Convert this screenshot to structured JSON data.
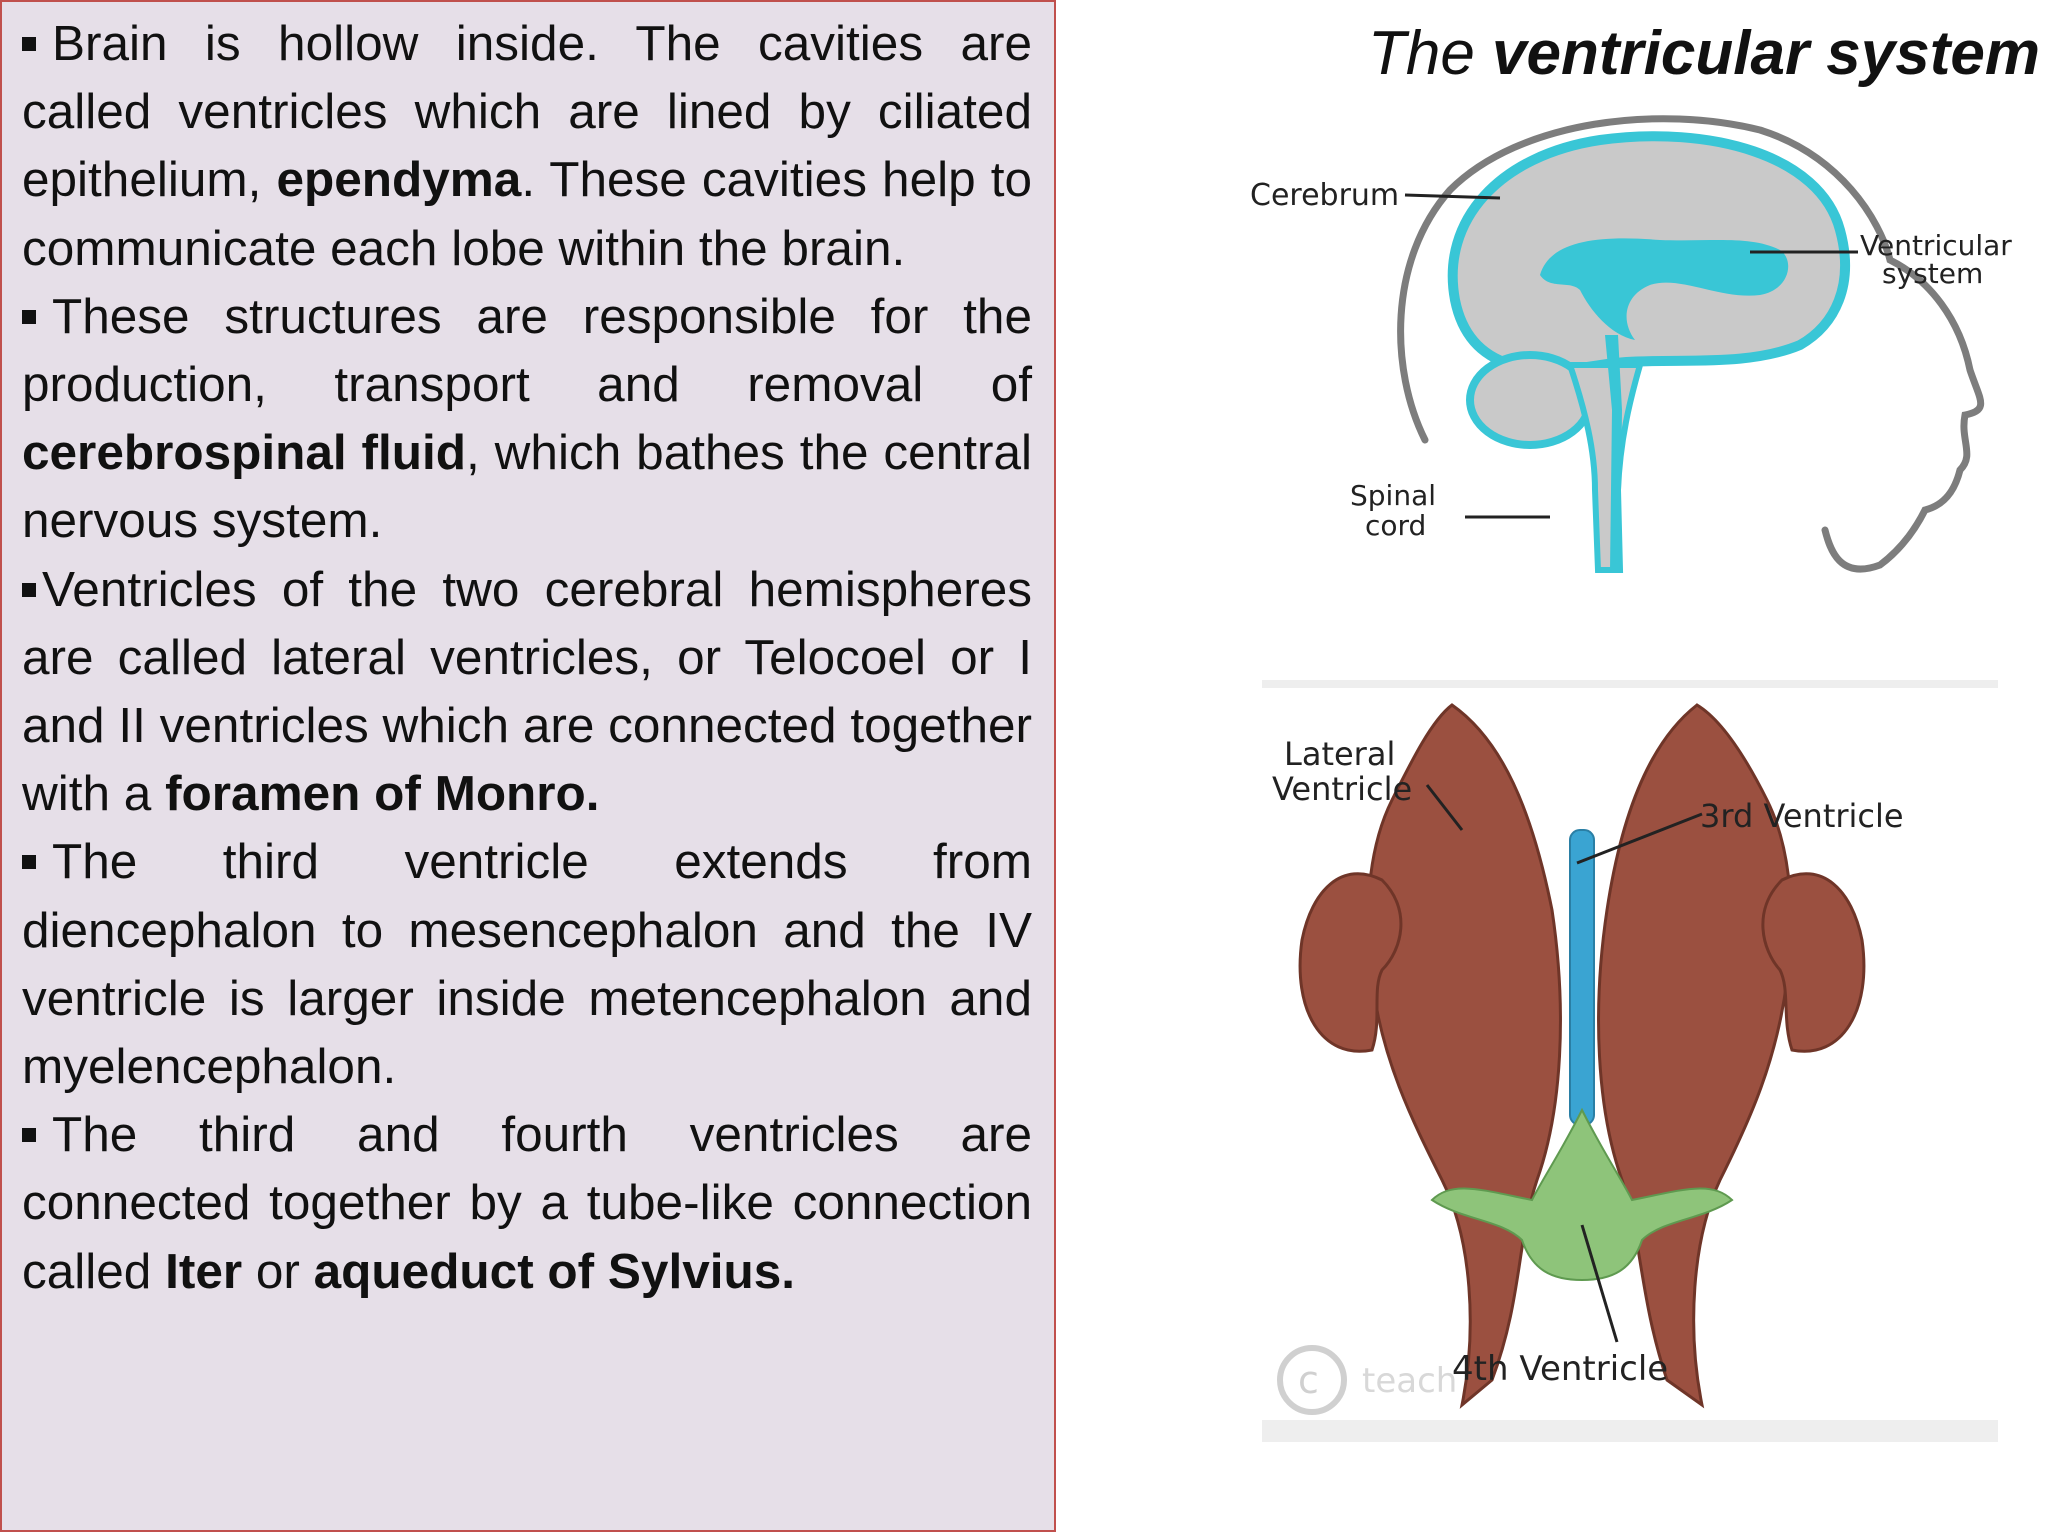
{
  "slide_title": {
    "prefix": "The ",
    "bold": "ventricular system"
  },
  "paragraphs": [
    {
      "runs": [
        {
          "t": "Brain is hollow inside. The cavities are called ventricles which are lined by ciliated epithelium, "
        },
        {
          "t": "ependyma",
          "b": true
        },
        {
          "t": ". These cavities help to communicate  each lobe within the brain."
        }
      ]
    },
    {
      "runs": [
        {
          "t": "These structures are responsible for the production, transport and removal of "
        },
        {
          "t": "cerebrospinal fluid",
          "b": true
        },
        {
          "t": ", which bathes the central nervous system."
        }
      ]
    },
    {
      "tight": true,
      "runs": [
        {
          "t": "Ventricles of the two cerebral hemispheres are called lateral ventricles, or Telocoel or I and II ventricles which are connected together with a "
        },
        {
          "t": "foramen of Monro.",
          "b": true
        }
      ]
    },
    {
      "runs": [
        {
          "t": "The third ventricle extends from diencephalon to mesencephalon and the IV ventricle is larger inside metencephalon and myelencephalon."
        }
      ]
    },
    {
      "runs": [
        {
          "t": "The third and fourth ventricles are connected together by a tube-like connection called "
        },
        {
          "t": "Iter",
          "b": true
        },
        {
          "t": " or "
        },
        {
          "t": "aqueduct of Sylvius.",
          "b": true
        }
      ]
    }
  ],
  "head_diagram": {
    "labels": {
      "cerebrum": "Cerebrum",
      "ventricular_1": "Ventricular",
      "ventricular_2": "system",
      "spinal_1": "Spinal",
      "spinal_2": "cord"
    }
  },
  "ventricle_diagram": {
    "labels": {
      "lateral_1": "Lateral",
      "lateral_2": "Ventricle",
      "third": "3rd Ventricle",
      "fourth": "4th Ventricle",
      "watermark": "teach"
    }
  },
  "colors": {
    "text_box_bg": "#e6dfe8",
    "text_box_border": "#c0504d",
    "csf_cyan": "#39c6d6",
    "brain_gray": "#c9c9c9",
    "ventricle_brown": "#9b5040",
    "third_ventricle_blue": "#3aa4d2",
    "fourth_ventricle_green": "#8ec47a"
  },
  "icons": [
    "square-bullet-icon",
    "copyright-icon"
  ]
}
